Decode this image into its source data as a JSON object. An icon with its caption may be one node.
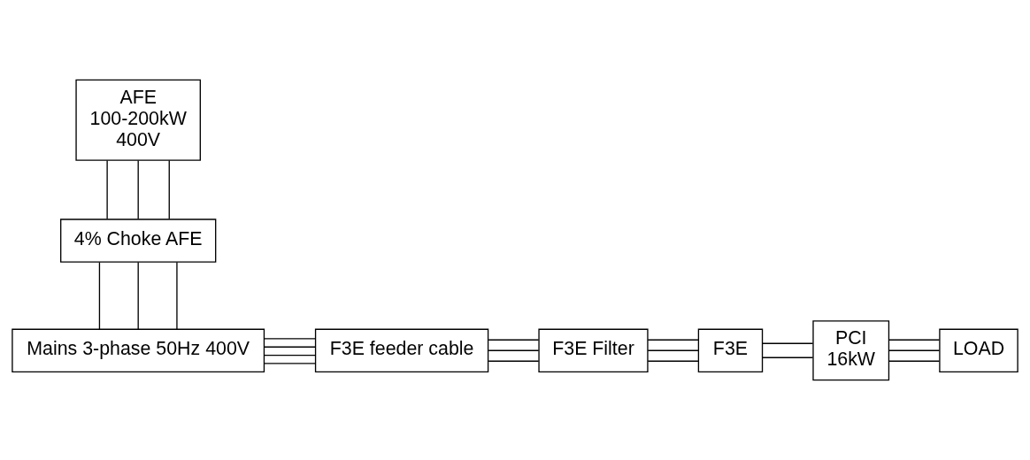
{
  "diagram": {
    "nodes": [
      {
        "text": [
          "AFE",
          "100-200kW",
          "400V"
        ]
      },
      {
        "text": [
          "4% Choke AFE"
        ]
      },
      {
        "text": [
          "Mains 3-phase 50Hz 400V"
        ]
      },
      {
        "text": [
          "F3E feeder cable"
        ]
      },
      {
        "text": [
          "F3E Filter"
        ]
      },
      {
        "text": [
          "F3E"
        ]
      },
      {
        "text": [
          "PCI",
          "16kW"
        ]
      },
      {
        "text": [
          "LOAD"
        ]
      }
    ],
    "edges": [
      {
        "from": 0,
        "to": 1,
        "arrow": "none"
      },
      {
        "from": 0,
        "to": 1,
        "arrow": "none"
      },
      {
        "from": 0,
        "to": 1,
        "arrow": "none"
      },
      {
        "from": 1,
        "to": 2,
        "arrow": "none"
      },
      {
        "from": 1,
        "to": 2,
        "arrow": "none"
      },
      {
        "from": 1,
        "to": 2,
        "arrow": "none"
      },
      {
        "from": 2,
        "to": 3,
        "arrow": "none"
      },
      {
        "from": 2,
        "to": 3,
        "arrow": "none"
      },
      {
        "from": 2,
        "to": 3,
        "arrow": "none"
      },
      {
        "from": 2,
        "to": 3,
        "arrow": "none"
      },
      {
        "from": 3,
        "to": 4,
        "arrow": "none"
      },
      {
        "from": 3,
        "to": 4,
        "arrow": "none"
      },
      {
        "from": 3,
        "to": 4,
        "arrow": "none"
      },
      {
        "from": 4,
        "to": 5,
        "arrow": "none"
      },
      {
        "from": 4,
        "to": 5,
        "arrow": "none"
      },
      {
        "from": 4,
        "to": 5,
        "arrow": "none"
      },
      {
        "from": 5,
        "to": 6,
        "arrow": "none"
      },
      {
        "from": 5,
        "to": 6,
        "arrow": "none"
      },
      {
        "from": 6,
        "to": 7,
        "arrow": "none"
      },
      {
        "from": 6,
        "to": 7,
        "arrow": "none"
      },
      {
        "from": 6,
        "to": 7,
        "arrow": "none"
      }
    ]
  }
}
